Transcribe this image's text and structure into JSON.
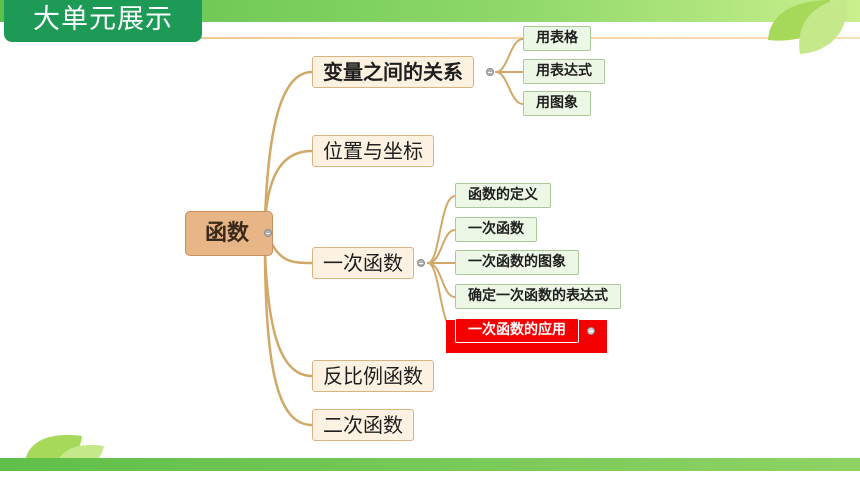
{
  "header": {
    "title": "大单元展示"
  },
  "mindmap": {
    "root": "函数",
    "branches": [
      {
        "label": "变量之间的关系",
        "children": [
          "用表格",
          "用表达式",
          "用图象"
        ]
      },
      {
        "label": "位置与坐标"
      },
      {
        "label": "一次函数",
        "children": [
          "函数的定义",
          "一次函数",
          "一次函数的图象",
          "确定一次函数的表达式",
          "一次函数的应用"
        ]
      },
      {
        "label": "反比例函数"
      },
      {
        "label": "二次函数"
      }
    ]
  },
  "colors": {
    "accent_green": "#1e9a57",
    "highlight_red": "#f40000",
    "connector": "#d2a869"
  },
  "icons": [
    "leaf-icon",
    "collapse-icon"
  ]
}
